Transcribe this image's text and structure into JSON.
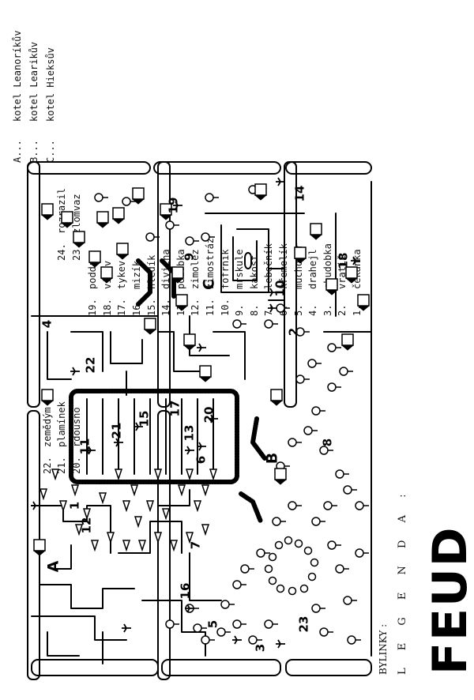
{
  "title": "FEUD",
  "legend": {
    "heading": "L E G E N D A :",
    "herbs_heading": "BYLINKY :",
    "herbs": [
      {
        "num": "1.",
        "name": "čekanka"
      },
      {
        "num": "2.",
        "name": "vratič"
      },
      {
        "num": "3.",
        "name": "chudobka"
      },
      {
        "num": "4.",
        "name": "drahejl"
      },
      {
        "num": "5.",
        "name": "muchomor"
      },
      {
        "num": "6.",
        "name": "křemelík"
      },
      {
        "num": "7.",
        "name": "lebečník"
      },
      {
        "num": "8.",
        "name": "kakost"
      },
      {
        "num": "9.",
        "name": "mrskule"
      },
      {
        "num": "10.",
        "name": "fofrník"
      },
      {
        "num": "11.",
        "name": "zimostráz"
      },
      {
        "num": "12.",
        "name": "zimolez"
      },
      {
        "num": "13.",
        "name": "podobka"
      },
      {
        "num": "14.",
        "name": "divizna"
      },
      {
        "num": "15.",
        "name": "hledík"
      },
      {
        "num": "16.",
        "name": "mizík"
      },
      {
        "num": "17.",
        "name": "tykev"
      },
      {
        "num": "18.",
        "name": "vikev"
      },
      {
        "num": "19.",
        "name": "poddrn"
      },
      {
        "num": "20.",
        "name": "rdousno"
      },
      {
        "num": "21.",
        "name": "plamínek"
      },
      {
        "num": "22.",
        "name": "zemědým"
      },
      {
        "num": "23.",
        "name": "zlomvaz"
      },
      {
        "num": "24.",
        "name": "rozrazil"
      }
    ],
    "cauldrons": [
      {
        "key": "A...",
        "name": "kotel Leanoríkův"
      },
      {
        "key": "B...",
        "name": "kotel Learikův"
      },
      {
        "key": "C...",
        "name": "kotel Hieksův"
      }
    ]
  },
  "map": {
    "labels": {
      "n1": "1",
      "n2": "2",
      "n3": "3",
      "n4": "4",
      "n5": "5",
      "n6": "6",
      "n7": "7",
      "n8": "8",
      "n9": "9",
      "n10": "10",
      "n11": "11",
      "n12": "12",
      "n13": "13",
      "n14": "14",
      "n15": "15",
      "n16": "16",
      "n17": "17",
      "n18": "18",
      "n19": "19",
      "n20": "20",
      "n21": "21",
      "n22": "22",
      "n23": "23",
      "A": "A",
      "B": "B",
      "C": "C"
    },
    "icons": {
      "herb_glyph": "ψ",
      "tree_glyph": "♣",
      "conifer_glyph": "▲"
    }
  }
}
